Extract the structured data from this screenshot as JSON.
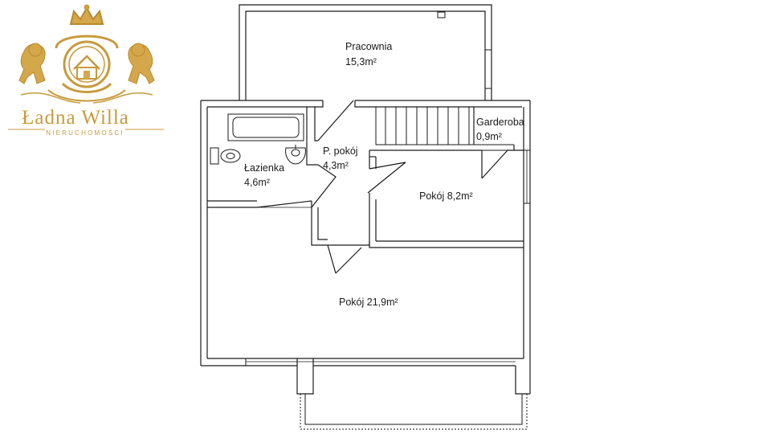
{
  "logo": {
    "title": "Ładna Willa",
    "subtitle": "NIERUCHOMOŚCI",
    "gold_color": "#c79a3c",
    "icon": "crown-lions-house-crest"
  },
  "wall_color": "#1a1a1a",
  "rooms": {
    "pracownia": {
      "name": "Pracownia",
      "area": "15,3m²"
    },
    "garderoba": {
      "name": "Garderoba",
      "area": "0,9m²"
    },
    "p_pokoj": {
      "name": "P. pokój",
      "area": "4,3m²"
    },
    "lazienka": {
      "name": "Łazienka",
      "area": "4,6m²"
    },
    "pokoj_small": {
      "label": "Pokój 8,2m²"
    },
    "pokoj_large": {
      "label": "Pokój 21,9m²"
    }
  }
}
